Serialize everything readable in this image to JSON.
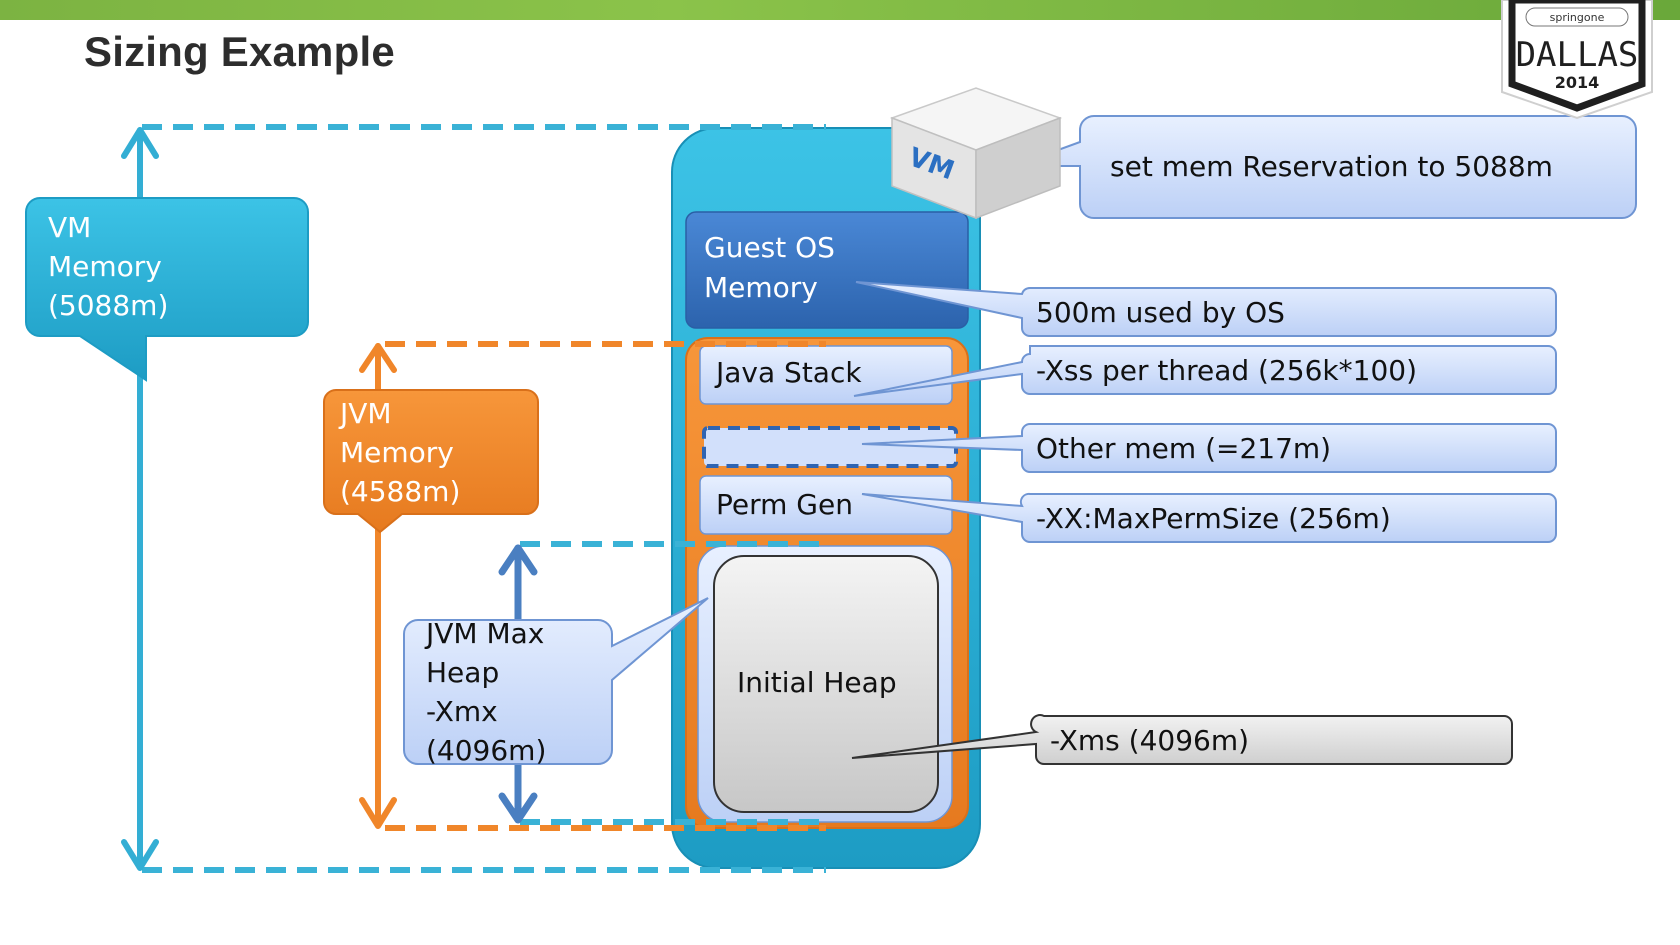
{
  "slide": {
    "title": "Sizing Example"
  },
  "badge": {
    "brand": "springone",
    "city": "DALLAS",
    "year": "2014"
  },
  "vm_icon": {
    "label": "VM"
  },
  "blocks": {
    "guest_os": "Guest OS\nMemory",
    "java_stack": "Java Stack",
    "perm_gen": "Perm Gen",
    "initial_heap": "Initial Heap"
  },
  "side_labels": {
    "vm_memory": "VM\nMemory\n(5088m)",
    "jvm_memory": "JVM\nMemory\n(4588m)",
    "jvm_max_heap": "JVM Max\nHeap\n-Xmx\n(4096m)"
  },
  "callouts": {
    "reservation": "set mem Reservation to 5088m",
    "os_used": "500m used by OS",
    "xss": "-Xss per thread (256k*100)",
    "other_mem": "Other mem (=217m)",
    "max_perm": "-XX:MaxPermSize (256m)",
    "xms": "-Xms (4096m)"
  },
  "colors": {
    "vm_blue": "#2cb0d6",
    "jvm_orange": "#f0862a",
    "heap_blue": "#4a7fc1",
    "guest_os": "#3b78c6",
    "green_bar": "#7cb342"
  }
}
